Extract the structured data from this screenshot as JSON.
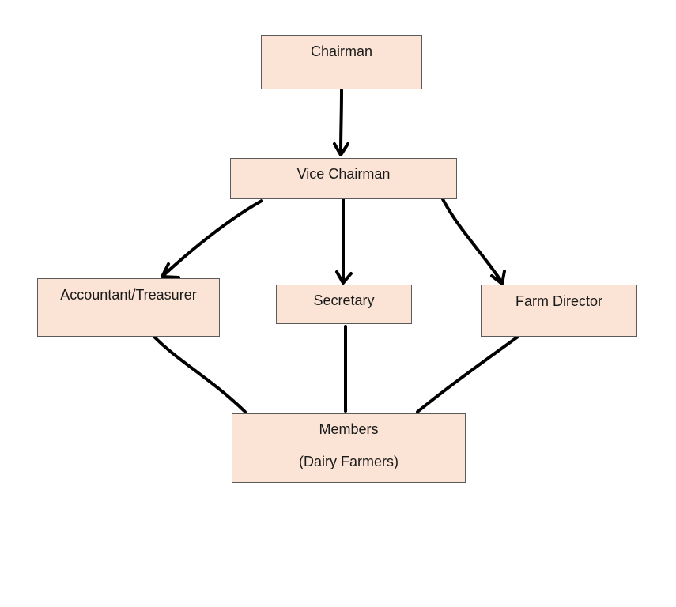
{
  "diagram": {
    "nodes": {
      "chairman": {
        "label": "Chairman"
      },
      "vice_chairman": {
        "label": "Vice Chairman"
      },
      "accountant": {
        "label": "Accountant/Treasurer"
      },
      "secretary": {
        "label": "Secretary"
      },
      "farm_director": {
        "label": "Farm Director"
      },
      "members": {
        "label": "Members",
        "sublabel": "(Dairy Farmers)"
      }
    },
    "edges": [
      {
        "from": "chairman",
        "to": "vice_chairman",
        "arrow": true
      },
      {
        "from": "vice_chairman",
        "to": "accountant",
        "arrow": true
      },
      {
        "from": "vice_chairman",
        "to": "secretary",
        "arrow": true
      },
      {
        "from": "vice_chairman",
        "to": "farm_director",
        "arrow": true
      },
      {
        "from": "accountant",
        "to": "members",
        "arrow": false
      },
      {
        "from": "secretary",
        "to": "members",
        "arrow": false
      },
      {
        "from": "farm_director",
        "to": "members",
        "arrow": false
      }
    ],
    "colors": {
      "box_fill": "#fbe4d5",
      "box_border": "#5b5b5b",
      "line": "#000000"
    }
  }
}
